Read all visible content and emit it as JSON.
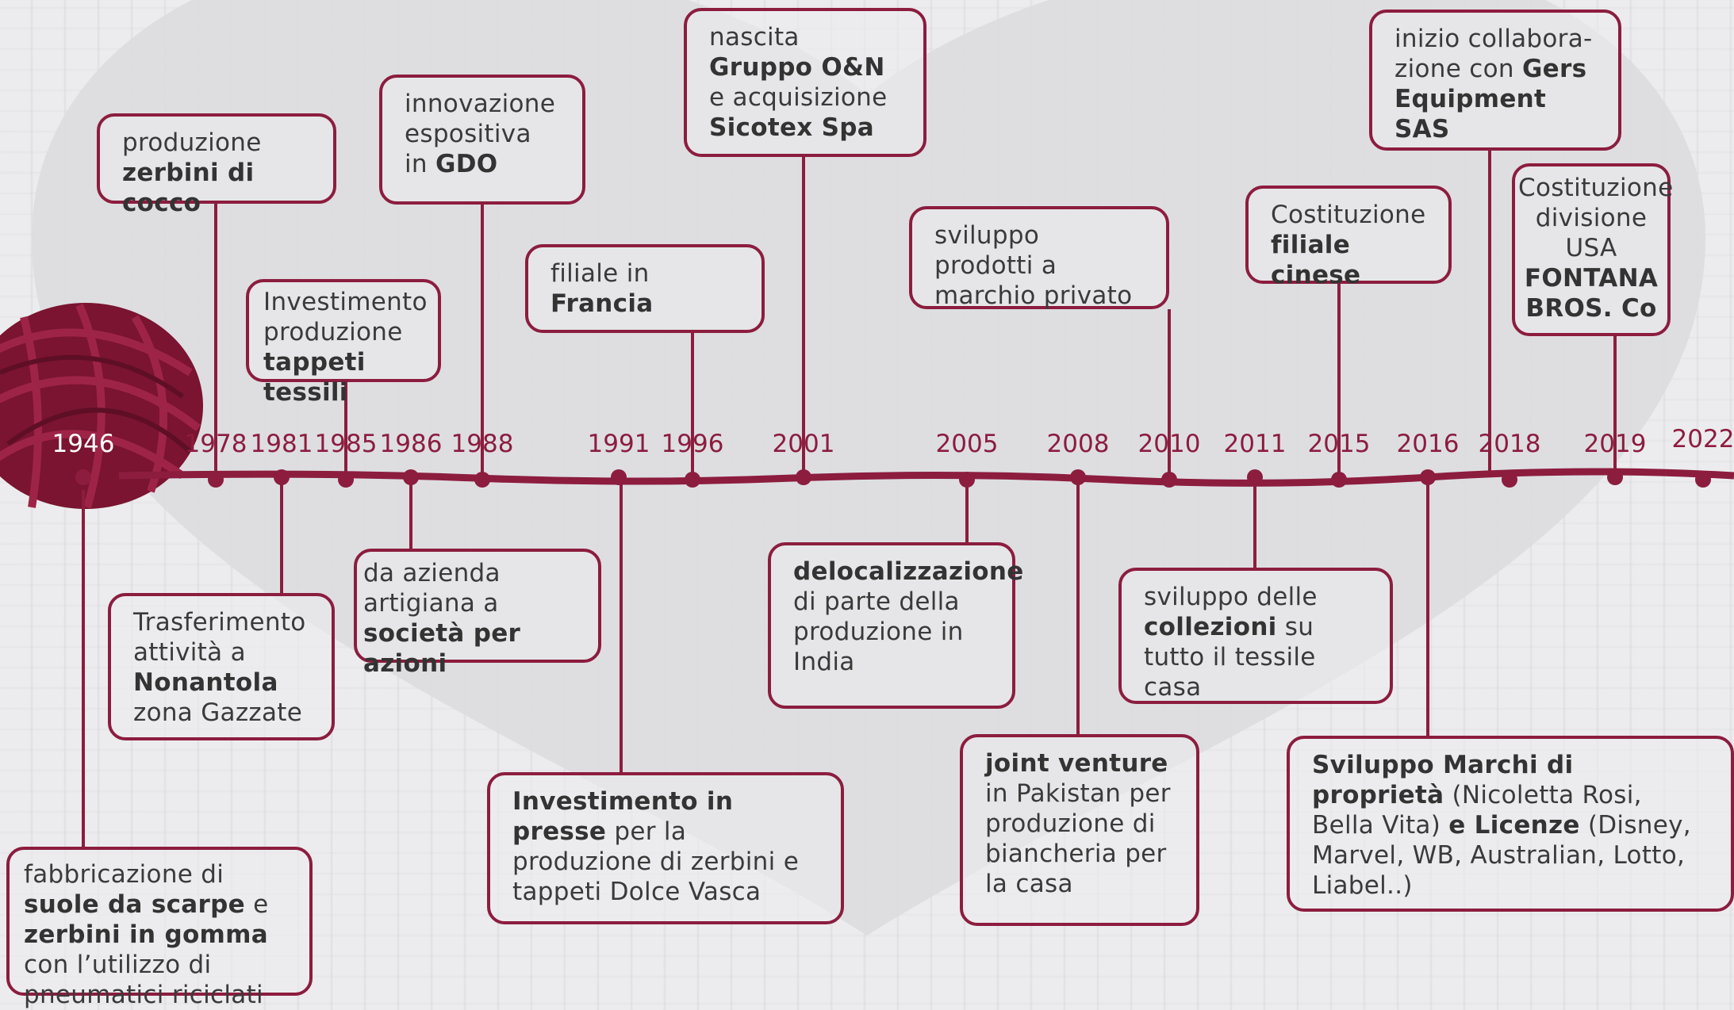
{
  "colors": {
    "accent": "#8c1d3f",
    "text": "#3a3a3a",
    "background": "#ececee",
    "heart": "#dcdcde"
  },
  "years": [
    "1946",
    "1978",
    "1981",
    "1985",
    "1986",
    "1988",
    "1991",
    "1996",
    "2001",
    "2005",
    "2008",
    "2010",
    "2011",
    "2015",
    "2016",
    "2018",
    "2019",
    "2022"
  ],
  "events": [
    {
      "year": "1946",
      "parts": [
        [
          "fabbricazione di ",
          0
        ],
        [
          "suole da scarpe",
          1
        ],
        [
          " e ",
          0
        ],
        [
          "zerbini in gomma",
          1
        ],
        [
          " con l’utilizzo di pneumatici riciclati",
          0
        ]
      ]
    },
    {
      "year": "1978",
      "parts": [
        [
          "produzione ",
          0
        ],
        [
          "zerbini di cocco",
          1
        ]
      ]
    },
    {
      "year": "1981",
      "parts": [
        [
          "Trasferimento attività a ",
          0
        ],
        [
          "Nonantola",
          1
        ],
        [
          " zona Gazzate",
          0
        ]
      ]
    },
    {
      "year": "1985",
      "parts": [
        [
          "Investimento produzione ",
          0
        ],
        [
          "tappeti tessili",
          1
        ]
      ]
    },
    {
      "year": "1986",
      "parts": [
        [
          "da azienda artigiana a ",
          0
        ],
        [
          "società per azioni",
          1
        ]
      ]
    },
    {
      "year": "1988",
      "parts": [
        [
          "innovazione espositiva in ",
          0
        ],
        [
          "GDO",
          1
        ]
      ]
    },
    {
      "year": "1991",
      "parts": [
        [
          "Investimento in presse",
          1
        ],
        [
          " per la produzione di zerbini e tappeti Dolce Vasca",
          0
        ]
      ]
    },
    {
      "year": "1996",
      "parts": [
        [
          "filiale in ",
          0
        ],
        [
          "Francia",
          1
        ]
      ]
    },
    {
      "year": "2001",
      "parts": [
        [
          "nascita ",
          0
        ],
        [
          "Gruppo O&N",
          1
        ],
        [
          " e acquisizione ",
          0
        ],
        [
          "Sicotex Spa",
          1
        ]
      ]
    },
    {
      "year": "2005",
      "parts": [
        [
          "delocalizzazione",
          1
        ],
        [
          " di parte della produzione in India",
          0
        ]
      ]
    },
    {
      "year": "2008",
      "parts": [
        [
          "joint venture",
          1
        ],
        [
          " in Pakistan per produzione di biancheria per la casa",
          0
        ]
      ]
    },
    {
      "year": "2010",
      "parts": [
        [
          "sviluppo prodotti a marchio privato",
          0
        ]
      ]
    },
    {
      "year": "2011",
      "parts": [
        [
          "sviluppo delle ",
          0
        ],
        [
          "collezioni",
          1
        ],
        [
          " su tutto il tessile casa",
          0
        ]
      ]
    },
    {
      "year": "2015",
      "parts": [
        [
          "Costituzione ",
          0
        ],
        [
          "filiale cinese",
          1
        ]
      ]
    },
    {
      "year": "2016",
      "parts": [
        [
          "Sviluppo Marchi di proprietà",
          1
        ],
        [
          " (Nicoletta Rosi, Bella Vita) ",
          0
        ],
        [
          "e Licenze",
          1
        ],
        [
          " (Disney, Marvel, WB, Australian, Lotto, Liabel..)",
          0
        ]
      ]
    },
    {
      "year": "2018",
      "parts": [
        [
          "inizio collabora-zione con ",
          0
        ],
        [
          "Gers Equipment SAS",
          1
        ]
      ]
    },
    {
      "year": "2019",
      "parts": [
        [
          "Costituzione divisione USA ",
          0
        ],
        [
          "FONTANA BROS. Co",
          1
        ]
      ]
    }
  ]
}
